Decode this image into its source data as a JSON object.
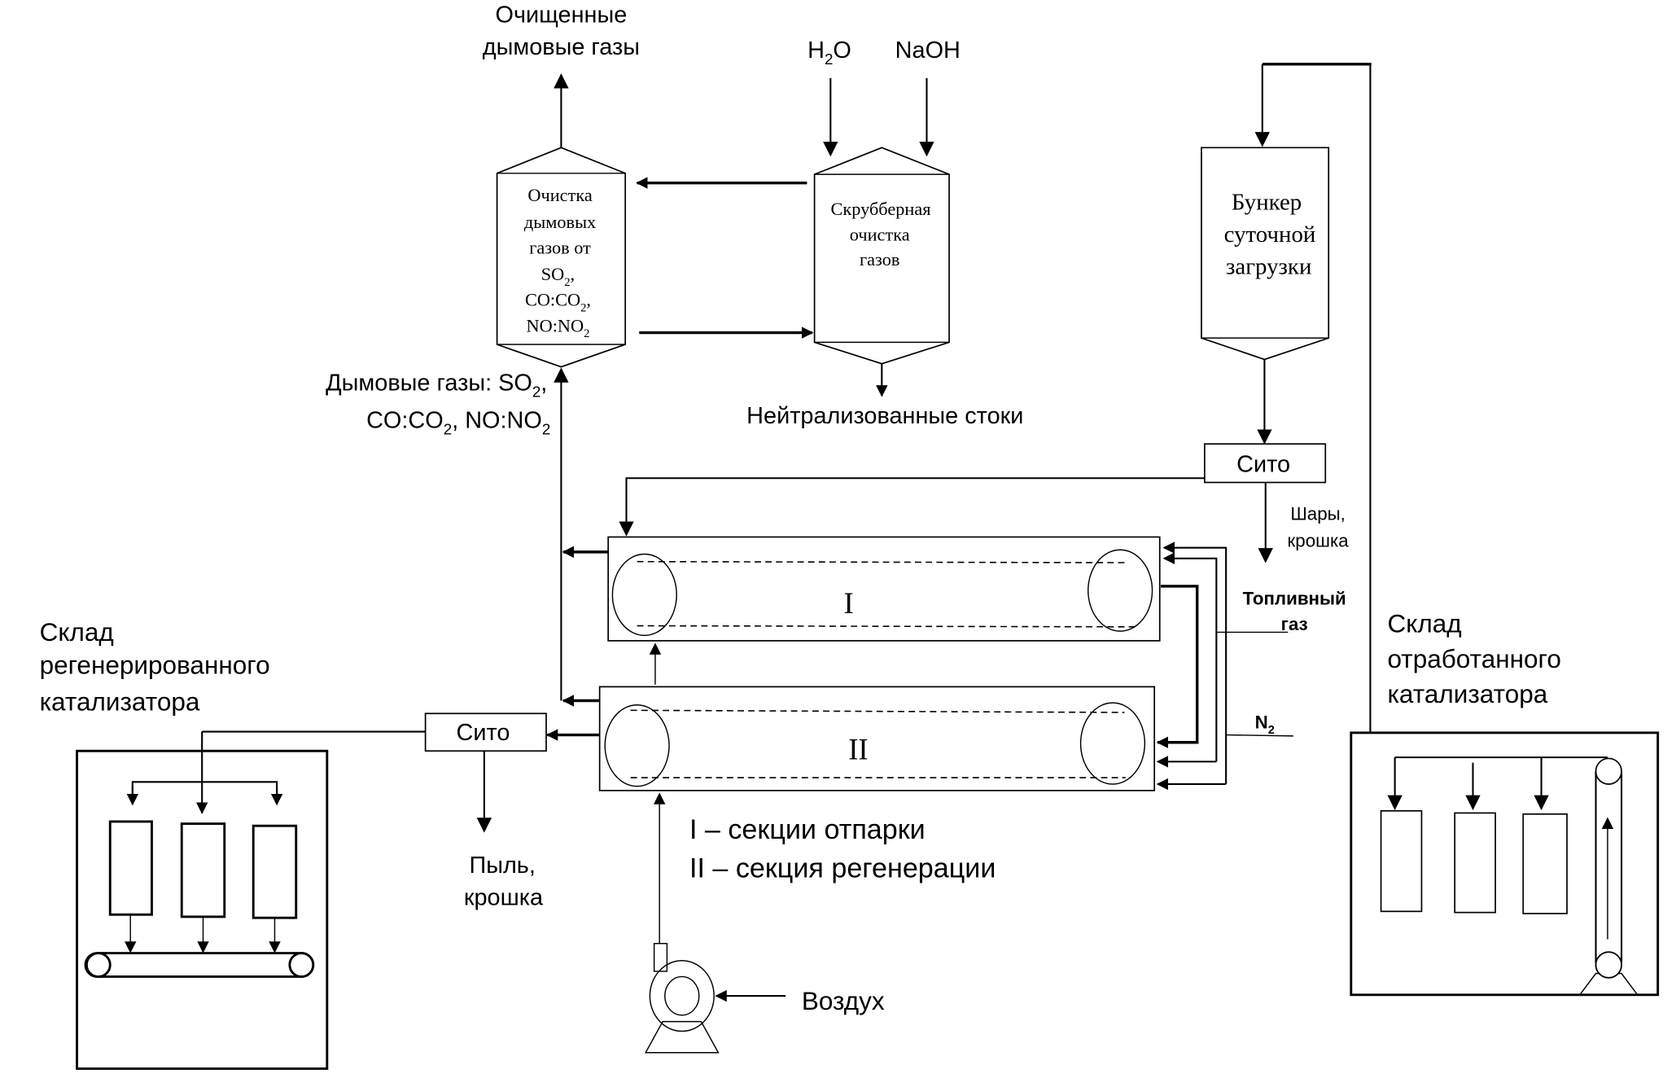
{
  "diagram": {
    "title": "Технологическая схема регенерации катализатора",
    "labels": {
      "clean_gas_line1": "Очищенные",
      "clean_gas_line2": "дымовые газы",
      "h2o_main": "H",
      "h2o_sub": "2",
      "h2o_tail": "O",
      "naoh": "NaOH",
      "gas_cleaning": [
        "Очистка",
        "дымовых",
        "газов от"
      ],
      "gas_cleaning_so2": "SO",
      "gas_cleaning_co": "CO:CO",
      "gas_cleaning_no": "NO:NO",
      "sub2": "2",
      "comma": ",",
      "scrubber": [
        "Скрубберная",
        "очистка",
        "газов"
      ],
      "neutralized": "Нейтрализованные стоки",
      "flue_gases_line1": "Дымовые газы:  SO",
      "flue_gases_line2_a": "CO:CO",
      "flue_gases_line2_b": ", NO:NO",
      "bunker": [
        "Бункер",
        "суточной",
        "загрузки"
      ],
      "sieve_top": "Сито",
      "sieve_bottom": "Сито",
      "balls_line1": "Шары,",
      "balls_line2": "крошка",
      "fuel_gas_line1": "Топливный",
      "fuel_gas_line2": "газ",
      "n2_main": "N",
      "n2_sub": "2",
      "section_1": "I",
      "section_2": "II",
      "legend_1": "I – секции отпарки",
      "legend_2": "II – секция регенерации",
      "dust_line1": "Пыль,",
      "dust_line2": "крошка",
      "air": "Воздух",
      "regen_store": [
        "Склад",
        "регенерированного",
        "катализатора"
      ],
      "spent_store": [
        "Склад",
        "отработанного",
        "катализатора"
      ]
    },
    "icons": {
      "fan": "centrifugal-fan-icon",
      "conveyor": "belt-conveyor-icon",
      "elevator": "bucket-elevator-icon"
    },
    "colors": {
      "stroke": "#000000",
      "background": "#ffffff"
    }
  }
}
